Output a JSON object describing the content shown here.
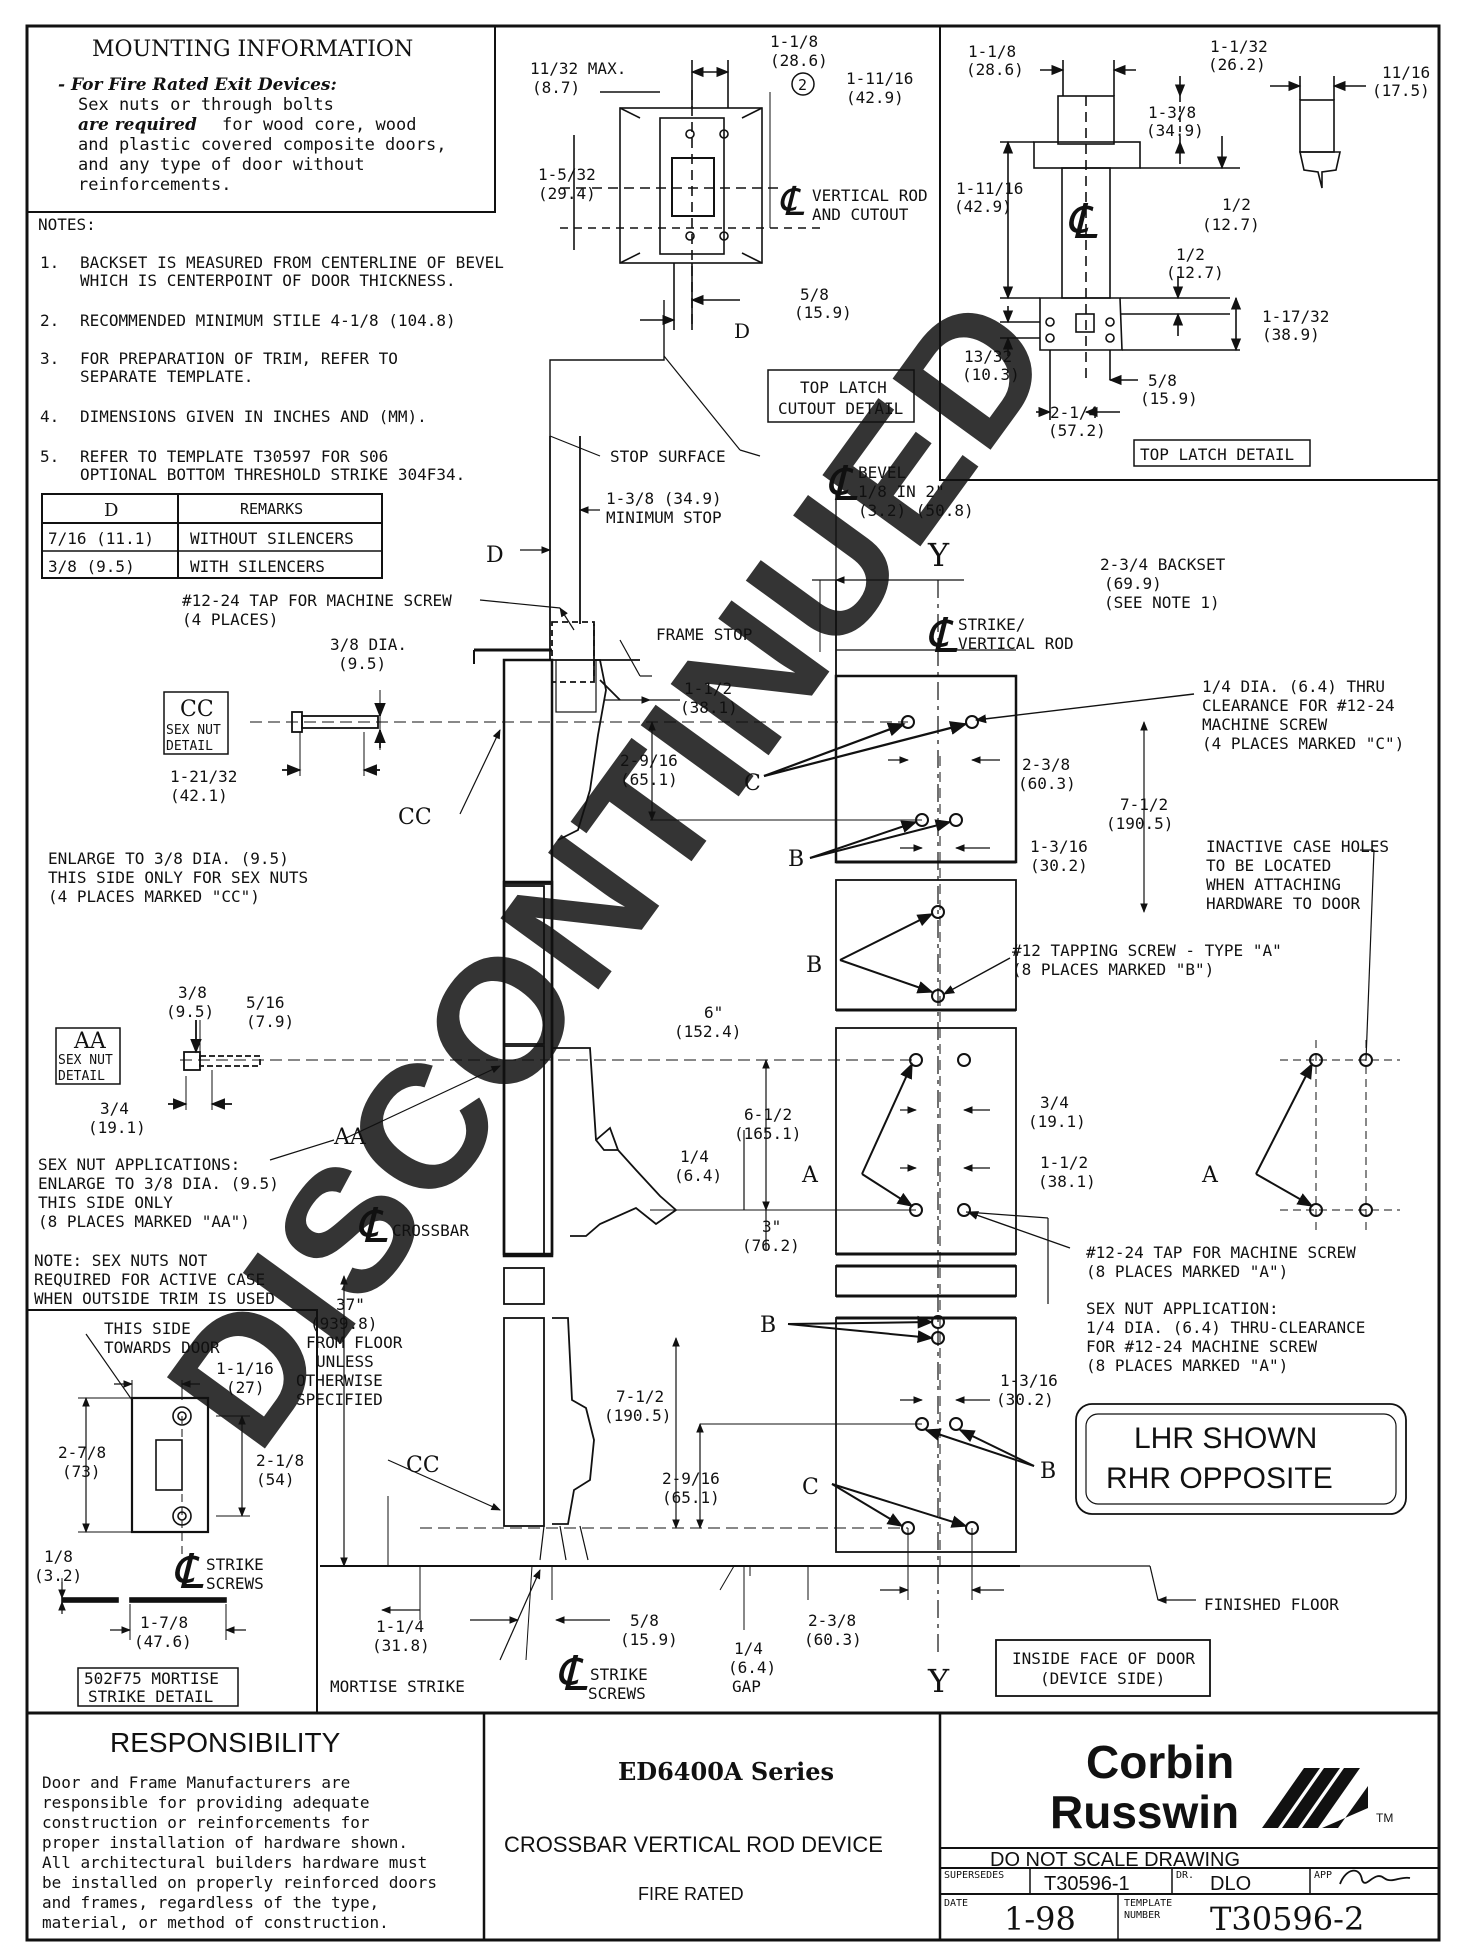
{
  "mounting": {
    "title": "MOUNTING INFORMATION",
    "subtitle": "- For Fire Rated Exit Devices:",
    "line1": "Sex nuts or through bolts",
    "line2a": "are required",
    "line2b": "for wood core, wood",
    "line3": "and plastic covered composite doors,",
    "line4": "and any type of door without",
    "line5": "reinforcements."
  },
  "notes": {
    "title": "NOTES:",
    "items": [
      {
        "num": "1.",
        "l1": "BACKSET IS MEASURED FROM CENTERLINE OF BEVEL",
        "l2": "WHICH IS CENTERPOINT OF DOOR THICKNESS."
      },
      {
        "num": "2.",
        "l1": "RECOMMENDED MINIMUM STILE 4-1/8 (104.8)",
        "l2": ""
      },
      {
        "num": "3.",
        "l1": "FOR PREPARATION OF TRIM, REFER TO",
        "l2": "SEPARATE TEMPLATE."
      },
      {
        "num": "4.",
        "l1": "DIMENSIONS GIVEN IN INCHES AND (MM).",
        "l2": ""
      },
      {
        "num": "5.",
        "l1": "REFER TO TEMPLATE T30597 FOR S06",
        "l2": "OPTIONAL BOTTOM THRESHOLD STRIKE 304F34."
      }
    ]
  },
  "d_table": {
    "headers": [
      "D",
      "REMARKS"
    ],
    "rows": [
      [
        "7/16 (11.1)",
        "WITHOUT SILENCERS"
      ],
      [
        "3/8 (9.5)",
        "WITH SILENCERS"
      ]
    ]
  },
  "top_cutout": {
    "d1": "1-1/8",
    "d1mm": "(28.6)",
    "circle": "2",
    "d2": "11/32 MAX.",
    "d2mm": "(8.7)",
    "d3": "1-11/16",
    "d3mm": "(42.9)",
    "d4": "1-5/32",
    "d4mm": "(29.4)",
    "cl1": "VERTICAL ROD",
    "cl2": "AND CUTOUT",
    "d5": "5/8",
    "d5mm": "(15.9)",
    "dmark": "D",
    "caption1": "TOP LATCH",
    "caption2": "CUTOUT DETAIL"
  },
  "top_latch": {
    "a": "1-1/8",
    "amm": "(28.6)",
    "b": "1-1/32",
    "bmm": "(26.2)",
    "c": "11/16",
    "cmm": "(17.5)",
    "d": "1-3/8",
    "dmm": "(34.9)",
    "e": "1-11/16",
    "emm": "(42.9)",
    "f": "1/2",
    "fmm": "(12.7)",
    "g": "1/2",
    "gmm": "(12.7)",
    "h": "1-17/32",
    "hmm": "(38.9)",
    "i": "13/32",
    "imm": "(10.3)",
    "j": "5/8",
    "jmm": "(15.9)",
    "k": "2-1/4",
    "kmm": "(57.2)",
    "caption": "TOP LATCH DETAIL"
  },
  "main": {
    "stop_surface": "STOP SURFACE",
    "bevel1": "BEVEL",
    "bevel2": "1/8 IN 2\"",
    "bevel3": "(3.2) (50.8)",
    "minstop1": "1-3/8 (34.9)",
    "minstop2": "MINIMUM STOP",
    "d_label": "D",
    "y_label": "Y",
    "backset1": "2-3/4 BACKSET",
    "backset2": "(69.9)",
    "backset3": "(SEE NOTE 1)",
    "tap1": "#12-24 TAP FOR MACHINE SCREW",
    "tap2": "(4 PLACES)",
    "frame_stop": "FRAME STOP",
    "strike1": "STRIKE/",
    "strike2": "VERTICAL ROD",
    "dia38": "3/8 DIA.",
    "dia38mm": "(9.5)",
    "cc_title": "CC",
    "cc_sub1": "SEX NUT",
    "cc_sub2": "DETAIL",
    "d112": "1-1/2",
    "d112mm": "(38.1)",
    "clear1": "1/4 DIA. (6.4) THRU",
    "clear2": "CLEARANCE FOR #12-24",
    "clear3": "MACHINE SCREW",
    "clear4": "(4 PLACES MARKED \"C\")",
    "d12132": "1-21/32",
    "d12132mm": "(42.1)",
    "d2916": "2-9/16",
    "d2916mm": "(65.1)",
    "c_mark": "C",
    "d238": "2-3/8",
    "d238mm": "(60.3)",
    "d712": "7-1/2",
    "d712mm": "(190.5)",
    "cc_mark": "CC",
    "enlarge1": "ENLARGE TO 3/8 DIA. (9.5)",
    "enlarge2": "THIS SIDE ONLY FOR SEX NUTS",
    "enlarge3": "(4 PLACES MARKED \"CC\")",
    "b_mark": "B",
    "d1316": "1-3/16",
    "d1316mm": "(30.2)",
    "inactive1": "INACTIVE CASE HOLES",
    "inactive2": "TO BE LOCATED",
    "inactive3": "WHEN ATTACHING",
    "inactive4": "HARDWARE TO DOOR",
    "tapping1": "#12 TAPPING SCREW - TYPE \"A\"",
    "tapping2": "(8 PLACES MARKED \"B\")",
    "d38": "3/8",
    "d38mm": "(9.5)",
    "d516": "5/16",
    "d516mm": "(7.9)",
    "d6": "6\"",
    "d6mm": "(152.4)",
    "aa_title": "AA",
    "aa_sub1": "SEX NUT",
    "aa_sub2": "DETAIL",
    "d34": "3/4",
    "d34mm": "(19.1)",
    "d612": "6-1/2",
    "d612mm": "(165.1)",
    "d34b": "3/4",
    "d34bmm": "(19.1)",
    "aa_mark": "AA",
    "sexapp1": "SEX NUT APPLICATIONS:",
    "sexapp2": "ENLARGE TO 3/8 DIA. (9.5)",
    "sexapp3": "THIS SIDE ONLY",
    "sexapp4": "(8 PLACES MARKED \"AA\")",
    "d14": "1/4",
    "d14mm": "(6.4)",
    "a_mark": "A",
    "d112b": "1-1/2",
    "d112bmm": "(38.1)",
    "crossbar": "CROSSBAR",
    "d3": "3\"",
    "d3mm": "(76.2)",
    "tapA1": "#12-24 TAP FOR MACHINE SCREW",
    "tapA2": "(8 PLACES MARKED \"A\")",
    "nonut1": "NOTE: SEX NUTS NOT",
    "nonut2": "REQUIRED FOR ACTIVE CASE",
    "nonut3": "WHEN OUTSIDE TRIM IS USED",
    "d37": "37\"",
    "d37mm": "(939.8)",
    "d37a": "FROM FLOOR",
    "d37b": "UNLESS",
    "d37c": "OTHERWISE",
    "d37d": "SPECIFIED",
    "sexA1": "SEX NUT APPLICATION:",
    "sexA2": "1/4 DIA. (6.4) THRU-CLEARANCE",
    "sexA3": "FOR #12-24 MACHINE SCREW",
    "sexA4": "(8 PLACES MARKED \"A\")",
    "lhr1": "LHR SHOWN",
    "lhr2": "RHR OPPOSITE",
    "finished_floor": "FINISHED FLOOR",
    "d114": "1-1/4",
    "d114mm": "(31.8)",
    "d58": "5/8",
    "d58mm": "(15.9)",
    "gap1": "1/4",
    "gap2": "(6.4)",
    "gap3": "GAP",
    "mortise_strike": "MORTISE STRIKE",
    "strike_screws1": "STRIKE",
    "strike_screws2": "SCREWS",
    "inside1": "INSIDE FACE OF DOOR",
    "inside2": "(DEVICE SIDE)"
  },
  "strike_detail": {
    "this_side1": "THIS SIDE",
    "this_side2": "TOWARDS DOOR",
    "d1116": "1-1/16",
    "d1116mm": "(27)",
    "d278": "2-7/8",
    "d278mm": "(73)",
    "d218": "2-1/8",
    "d218mm": "(54)",
    "s1": "STRIKE",
    "s2": "SCREWS",
    "d18": "1/8",
    "d18mm": "(3.2)",
    "d178": "1-7/8",
    "d178mm": "(47.6)",
    "caption1": "502F75 MORTISE",
    "caption2": "STRIKE DETAIL"
  },
  "watermark": "DISCONTINUED",
  "title_block": {
    "resp_title": "RESPONSIBILITY",
    "resp_lines": [
      "Door and Frame Manufacturers are",
      "responsible for providing adequate",
      "construction or reinforcements for",
      "proper installation of hardware shown.",
      "All architectural builders hardware must",
      "be installed on properly reinforced doors",
      "and frames, regardless of the type,",
      "material, or method of construction."
    ],
    "series": "ED6400A Series",
    "device": "CROSSBAR VERTICAL ROD DEVICE",
    "rated": "FIRE RATED",
    "brand1": "Corbin",
    "brand2": "Russwin",
    "tm": "TM",
    "noscale": "DO NOT SCALE DRAWING",
    "supersedes_label": "SUPERSEDES",
    "supersedes": "T30596-1",
    "dr_label": "DR.",
    "dr": "DLO",
    "app_label": "APP",
    "date_label": "DATE",
    "date": "1-98",
    "template_label1": "TEMPLATE",
    "template_label2": "NUMBER",
    "template": "T30596-2"
  }
}
